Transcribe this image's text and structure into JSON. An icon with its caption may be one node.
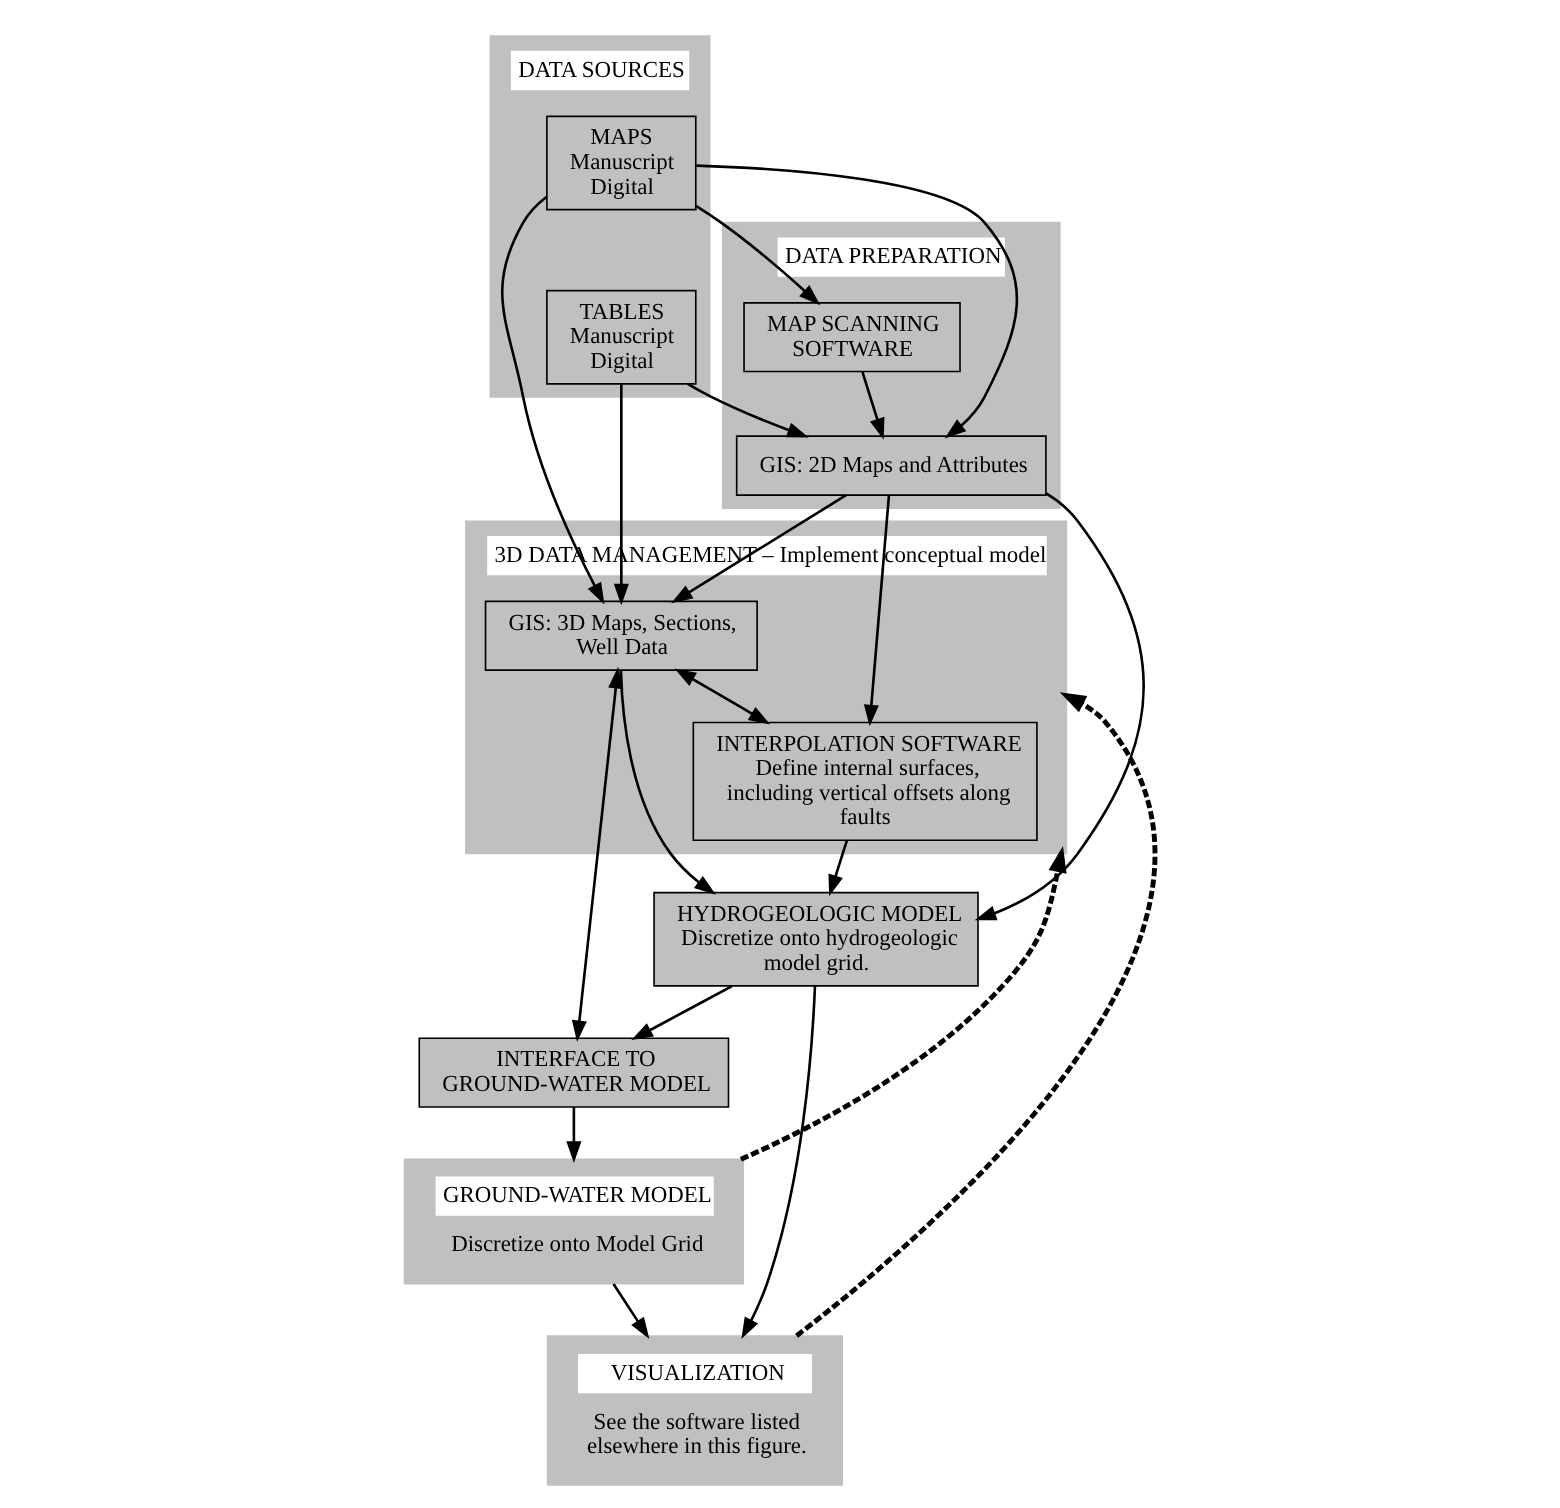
{
  "diagram": {
    "nodes": [
      {
        "text": [
          "DATA SOURCES"
        ]
      },
      {
        "text": [
          "MAPS",
          "Manuscript",
          "Digital"
        ],
        "in": 0
      },
      {
        "text": [
          "TABLES",
          "Manuscript",
          "Digital"
        ],
        "in": 0
      },
      {
        "text": [
          "DATA PREPARATION"
        ]
      },
      {
        "text": [
          "MAP SCANNING SOFTWARE"
        ],
        "in": 3
      },
      {
        "text": [
          "GIS: 2D Maps and Attributes"
        ],
        "in": 3
      },
      {
        "text": [
          "3D DATA MANAGEMENT – Implement conceptual model"
        ]
      },
      {
        "text": [
          "GIS: 3D Maps, Sections, Well Data"
        ],
        "in": 6
      },
      {
        "text": [
          "INTERPOLATION SOFTWARE",
          "Define internal surfaces, including vertical offsets along faults"
        ],
        "in": 6
      },
      {
        "text": [
          "INTERFACE TO GROUND-WATER MODEL"
        ]
      },
      {
        "text": [
          "HYDROGEOLOGIC MODEL",
          "Discretize onto hydrogeologic model grid."
        ]
      },
      {
        "text": [
          "GROUND-WATER MODEL",
          "Discretize onto Model Grid"
        ]
      },
      {
        "text": [
          "VISUALIZATION",
          "See the software listed elsewhere in this figure."
        ]
      }
    ],
    "edges": [
      {
        "from": 1,
        "to": 4,
        "arrow": "to"
      },
      {
        "from": 1,
        "to": 5,
        "arrow": "to"
      },
      {
        "from": 2,
        "to": 5,
        "arrow": "to"
      },
      {
        "from": 1,
        "to": 7,
        "arrow": "to"
      },
      {
        "from": 2,
        "to": 7,
        "arrow": "to"
      },
      {
        "from": 4,
        "to": 5,
        "arrow": "to"
      },
      {
        "from": 5,
        "to": 7,
        "arrow": "to"
      },
      {
        "from": 5,
        "to": 8,
        "arrow": "to"
      },
      {
        "from": 5,
        "to": 10,
        "arrow": "to"
      },
      {
        "from": 7,
        "to": 8,
        "arrow": "both"
      },
      {
        "from": 7,
        "to": 9,
        "arrow": "both"
      },
      {
        "from": 7,
        "to": 10,
        "arrow": "to"
      },
      {
        "from": 8,
        "to": 10,
        "arrow": "to"
      },
      {
        "from": 10,
        "to": 9,
        "arrow": "to"
      },
      {
        "from": 9,
        "to": 11,
        "arrow": "to"
      },
      {
        "from": 10,
        "to": 12,
        "arrow": "to"
      },
      {
        "from": 11,
        "to": 12,
        "arrow": "to"
      },
      {
        "from": 11,
        "to": 6,
        "arrow": "to",
        "style": "dashed"
      },
      {
        "from": 12,
        "to": 6,
        "arrow": "to",
        "style": "dashed"
      }
    ]
  }
}
